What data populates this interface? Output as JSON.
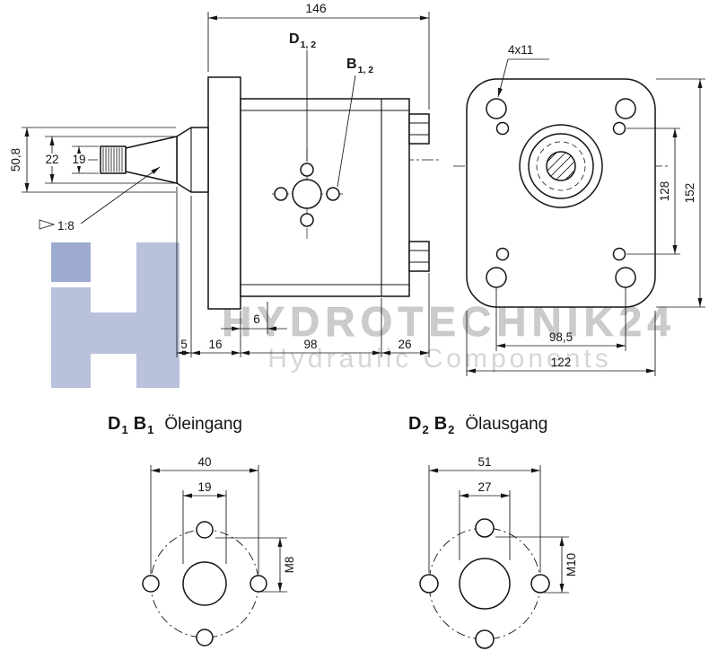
{
  "watermark": {
    "brand": "HYDROTECHNIK24",
    "tagline": "Hydraulic Components",
    "logo_color_light": "#b2bbd9",
    "logo_color_dark": "#93a2cc"
  },
  "side_view": {
    "dim_overall": "146",
    "port_d": {
      "main": "D",
      "sub": "1, 2"
    },
    "port_b": {
      "main": "B",
      "sub": "1, 2"
    },
    "dim_shaft_boss": "50,8",
    "dim_taper_large": "22",
    "dim_thread": "19",
    "taper_note": "1:8",
    "chain": {
      "d5": "5",
      "d16": "16",
      "d6": "6",
      "d98": "98",
      "d26": "26"
    }
  },
  "front_view": {
    "holes_callout": "4x11",
    "dim_hole_spacing_v": "128",
    "dim_height": "152",
    "dim_hole_spacing_h": "98,5",
    "dim_width": "122"
  },
  "inlet": {
    "d": {
      "main": "D",
      "sub": "1"
    },
    "b": {
      "main": "B",
      "sub": "1"
    },
    "name": "Öleingang",
    "bolt_spacing": "40",
    "bore": "19",
    "thread": "M8"
  },
  "outlet": {
    "d": {
      "main": "D",
      "sub": "2"
    },
    "b": {
      "main": "B",
      "sub": "2"
    },
    "name": "Ölausgang",
    "bolt_spacing": "51",
    "bore": "27",
    "thread": "M10"
  }
}
